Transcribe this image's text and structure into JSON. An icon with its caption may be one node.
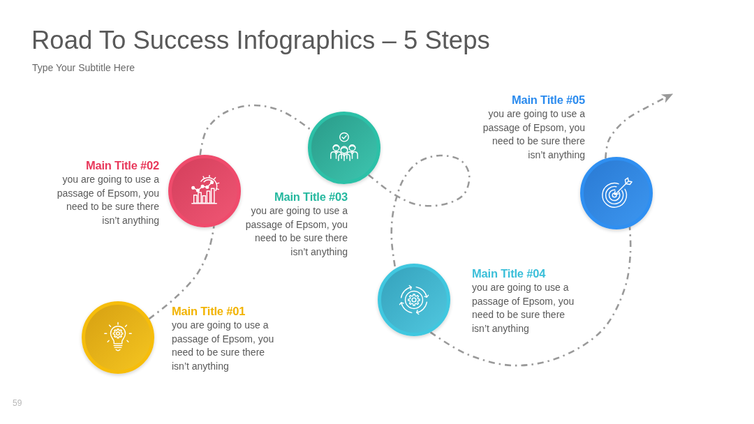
{
  "diagram": {
    "title": "Road To Success Infographics – 5 Steps",
    "nodes": [
      {
        "text": [
          "Main Title #01",
          "you are going to use a passage of Epsom, you need to be sure there isn’t anything"
        ]
      },
      {
        "text": [
          "Main Title #02",
          "you are going to use a passage of Epsom, you need to be sure there isn’t anything"
        ]
      },
      {
        "text": [
          "Main Title #03",
          "you are going to use a passage of Epsom, you need to be sure there isn’t anything"
        ]
      },
      {
        "text": [
          "Main Title #04",
          "you are going to use a passage of Epsom, you need to be sure there isn’t anything"
        ]
      },
      {
        "text": [
          "Main Title #05",
          "you are going to use a passage of Epsom, you need to be sure there isn’t anything"
        ]
      }
    ],
    "edges": [
      {
        "from": 0,
        "to": 1,
        "arrow": "none",
        "style": "dashed"
      },
      {
        "from": 1,
        "to": 2,
        "arrow": "none",
        "style": "dashed"
      },
      {
        "from": 2,
        "to": 3,
        "arrow": "none",
        "style": "dashed"
      },
      {
        "from": 3,
        "to": 4,
        "arrow": "none",
        "style": "dashed"
      },
      {
        "from": 4,
        "to": null,
        "arrow": "to",
        "style": "dashed"
      }
    ],
    "labels": [
      "Type Your Subtitle Here",
      "59"
    ]
  }
}
